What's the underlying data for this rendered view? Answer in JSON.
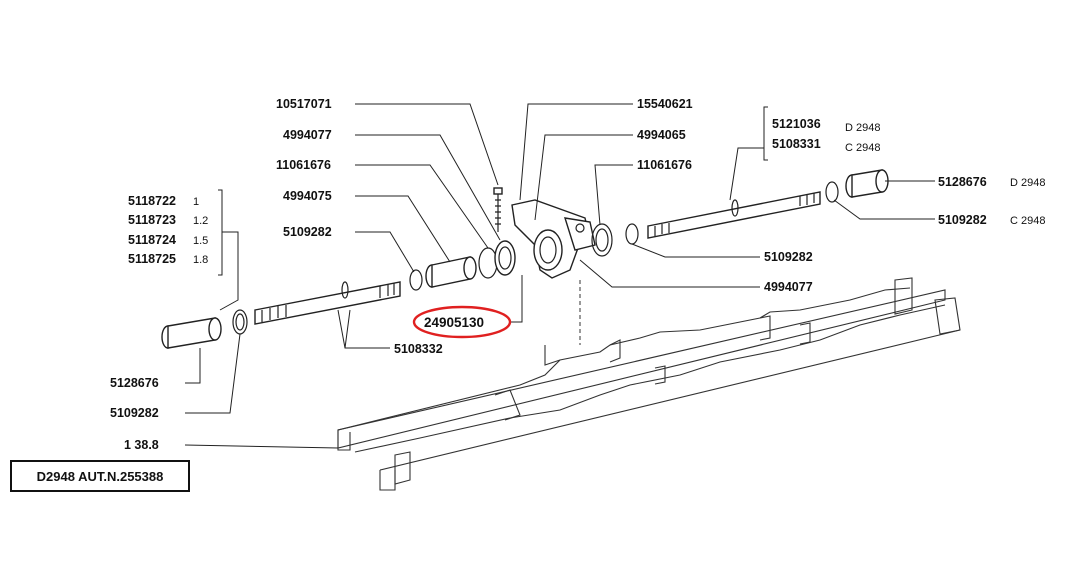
{
  "diagram": {
    "parts_left": [
      {
        "number": "5118722",
        "qualifier": "1"
      },
      {
        "number": "5118723",
        "qualifier": "1.2"
      },
      {
        "number": "5118724",
        "qualifier": "1.5"
      },
      {
        "number": "5118725",
        "qualifier": "1.8"
      }
    ],
    "left_labels": {
      "p10517071": "10517071",
      "p4994077a": "4994077",
      "p11061676a": "11061676",
      "p4994075": "4994075",
      "p5109282a": "5109282",
      "p5128676a": "5128676",
      "p5109282b": "5109282",
      "p138": "1 38.8"
    },
    "center_labels": {
      "highlighted": "24905130",
      "p5108332": "5108332",
      "p15540621": "15540621",
      "p4994065": "4994065",
      "p11061676b": "11061676",
      "p5109282c": "5109282",
      "p4994077b": "4994077"
    },
    "right_group": [
      {
        "number": "5121036",
        "qualifier": "D 2948"
      },
      {
        "number": "5108331",
        "qualifier": "C 2948"
      }
    ],
    "right_labels": [
      {
        "number": "5128676",
        "qualifier": "D 2948"
      },
      {
        "number": "5109282",
        "qualifier": "C 2948"
      }
    ],
    "highlight_color": "#e02020",
    "reference": "D2948 AUT.N.255388"
  }
}
